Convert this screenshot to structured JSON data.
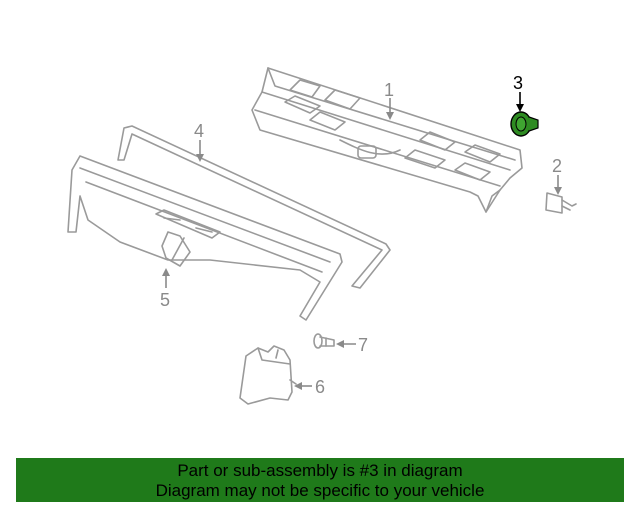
{
  "callouts": {
    "c1": "1",
    "c2": "2",
    "c3": "3",
    "c4": "4",
    "c5": "5",
    "c6": "6",
    "c7": "7"
  },
  "highlight": {
    "part_number": "3",
    "color": "#2e8b22"
  },
  "banner": {
    "line1": "Part or sub-assembly is #3 in diagram",
    "line2": "Diagram may not be specific to your vehicle",
    "background": "#1f7a1a"
  }
}
